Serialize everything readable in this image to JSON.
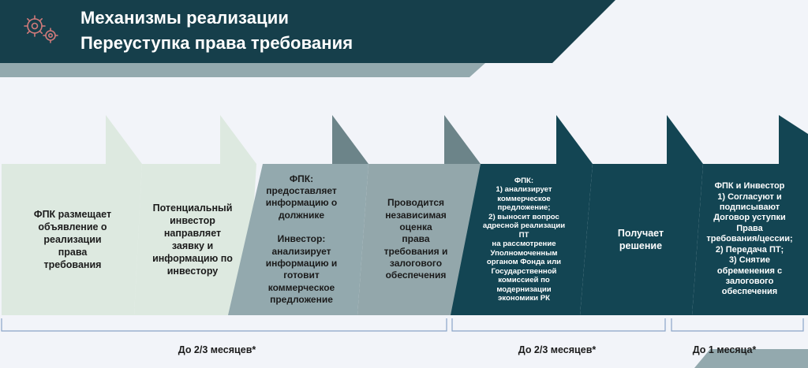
{
  "header": {
    "title_line1": "Механизмы реализации",
    "title_line2": "Переуступка права требования",
    "icon": "gears-icon"
  },
  "steps": [
    {
      "text": "ФПК размещает\nобъявление  о\nреализации\nправа\nтребования"
    },
    {
      "text": "Потенциальный\nинвестор\nнаправляет\nзаявку и\nинформацию по\nинвестору"
    },
    {
      "text": "ФПК:\nпредоставляет\nинформацию о\nдолжнике\n\nИнвестор:\nанализирует\nинформацию и\nготовит\nкоммерческое\nпредложение"
    },
    {
      "text": "Проводится\nнезависимая\nоценка\nправа\nтребования и\nзалогового\nобеспечения"
    },
    {
      "text": "ФПК:\n1) анализирует\nкоммерческое\nпредложение;\n2) выносит вопрос\nадресной реализации\nПТ\nна рассмотрение\nУполномоченным\nорганом Фонда или\nГосударственной\nкомиссией по\nмодернизации\nэкономики РК"
    },
    {
      "text": "Получает\nрешение"
    },
    {
      "text": "ФПК и Инвестор\n1) Согласуют и\nподписывают\nДоговор уступки\nПрава\nтребования/цессии;\n2) Передача ПТ;\n3) Снятие\nобременения с\nзалогового\nобеспечения"
    }
  ],
  "timeline": [
    {
      "label": "До 2/3 месяцев*"
    },
    {
      "label": "До 2/3 месяцев*"
    },
    {
      "label": "До 1 месяца*"
    }
  ],
  "colors": {
    "header_dark": "#163f4b",
    "header_band": "#93a9ae",
    "step_light": "#dde9e0",
    "step_mid": "#6c8489",
    "step_muted": "#93a7ab",
    "step_dark": "#134553",
    "text_dark": "#1b1b1b",
    "text_light": "#ffffff"
  }
}
